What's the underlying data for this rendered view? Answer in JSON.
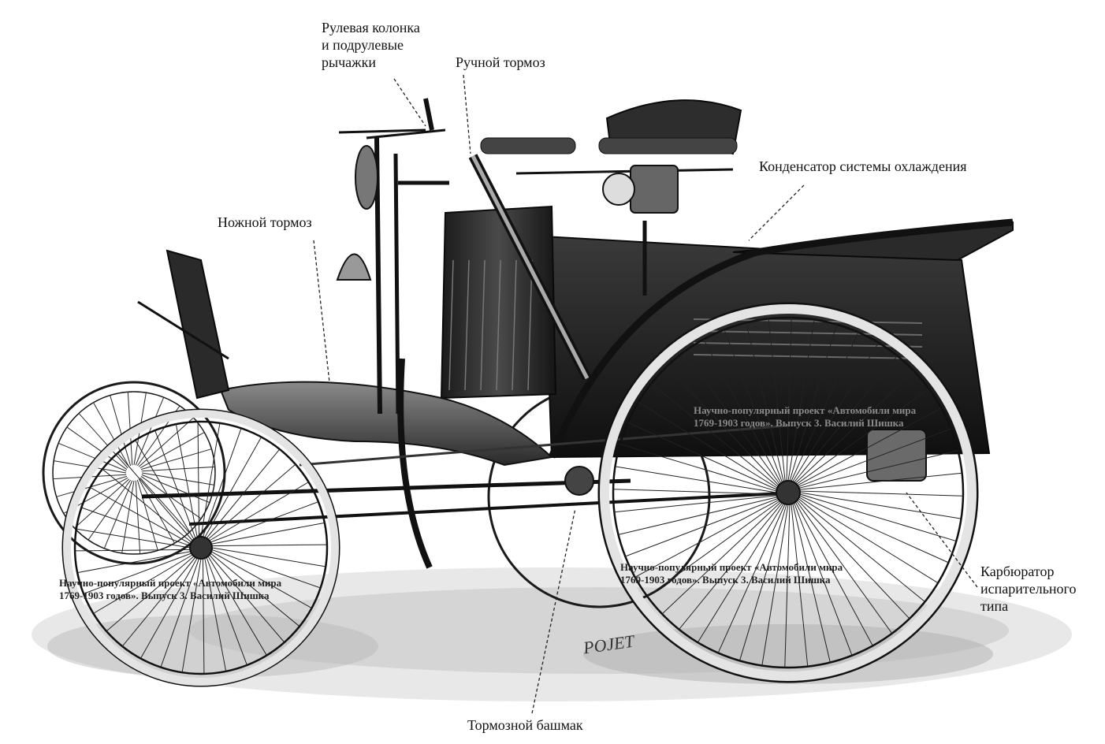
{
  "labels": {
    "steering": [
      "Рулевая колонка",
      "и подрулевые",
      "рычажки"
    ],
    "hand_brake": "Ручной тормоз",
    "condenser": "Конденсатор системы охлаждения",
    "foot_brake": "Ножной тормоз",
    "carburetor": [
      "Карбюратор",
      "испарительного",
      "типа"
    ],
    "brake_shoe": "Тормозной башмак"
  },
  "watermark": {
    "line1": "Научно-популярный проект «Автомобили мира",
    "line2": "1769-1903 годов». Выпуск 3. Василий Шишка"
  },
  "signature": "POJET",
  "colors": {
    "ink": "#141414",
    "body": "#1c1c1c",
    "ground": "#bdbdbd",
    "tire": "#f7f7f7"
  }
}
